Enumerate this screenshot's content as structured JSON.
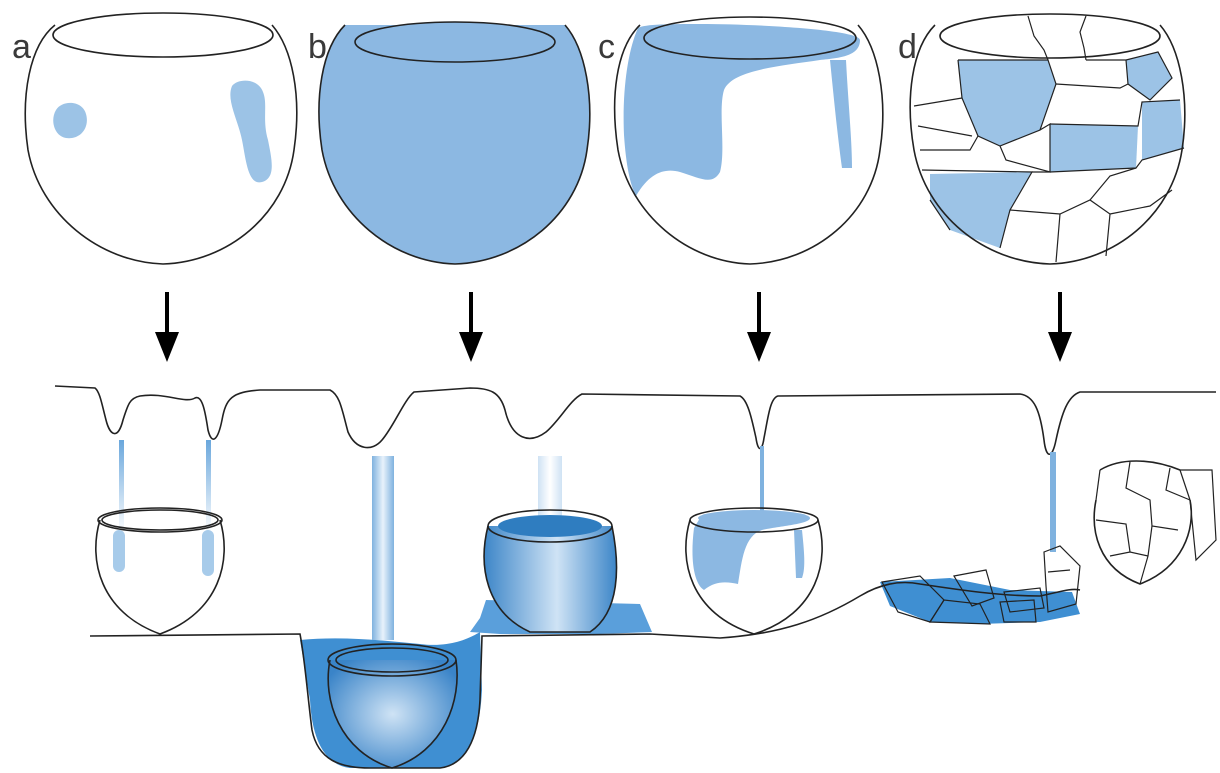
{
  "panels": [
    {
      "id": "a",
      "label": "a"
    },
    {
      "id": "b",
      "label": "b"
    },
    {
      "id": "c",
      "label": "c"
    },
    {
      "id": "d",
      "label": "d"
    }
  ],
  "colors": {
    "wet_light": "#9cc3e6",
    "water_dark": "#3f8fd2",
    "outline": "#222222",
    "background": "#ffffff"
  }
}
